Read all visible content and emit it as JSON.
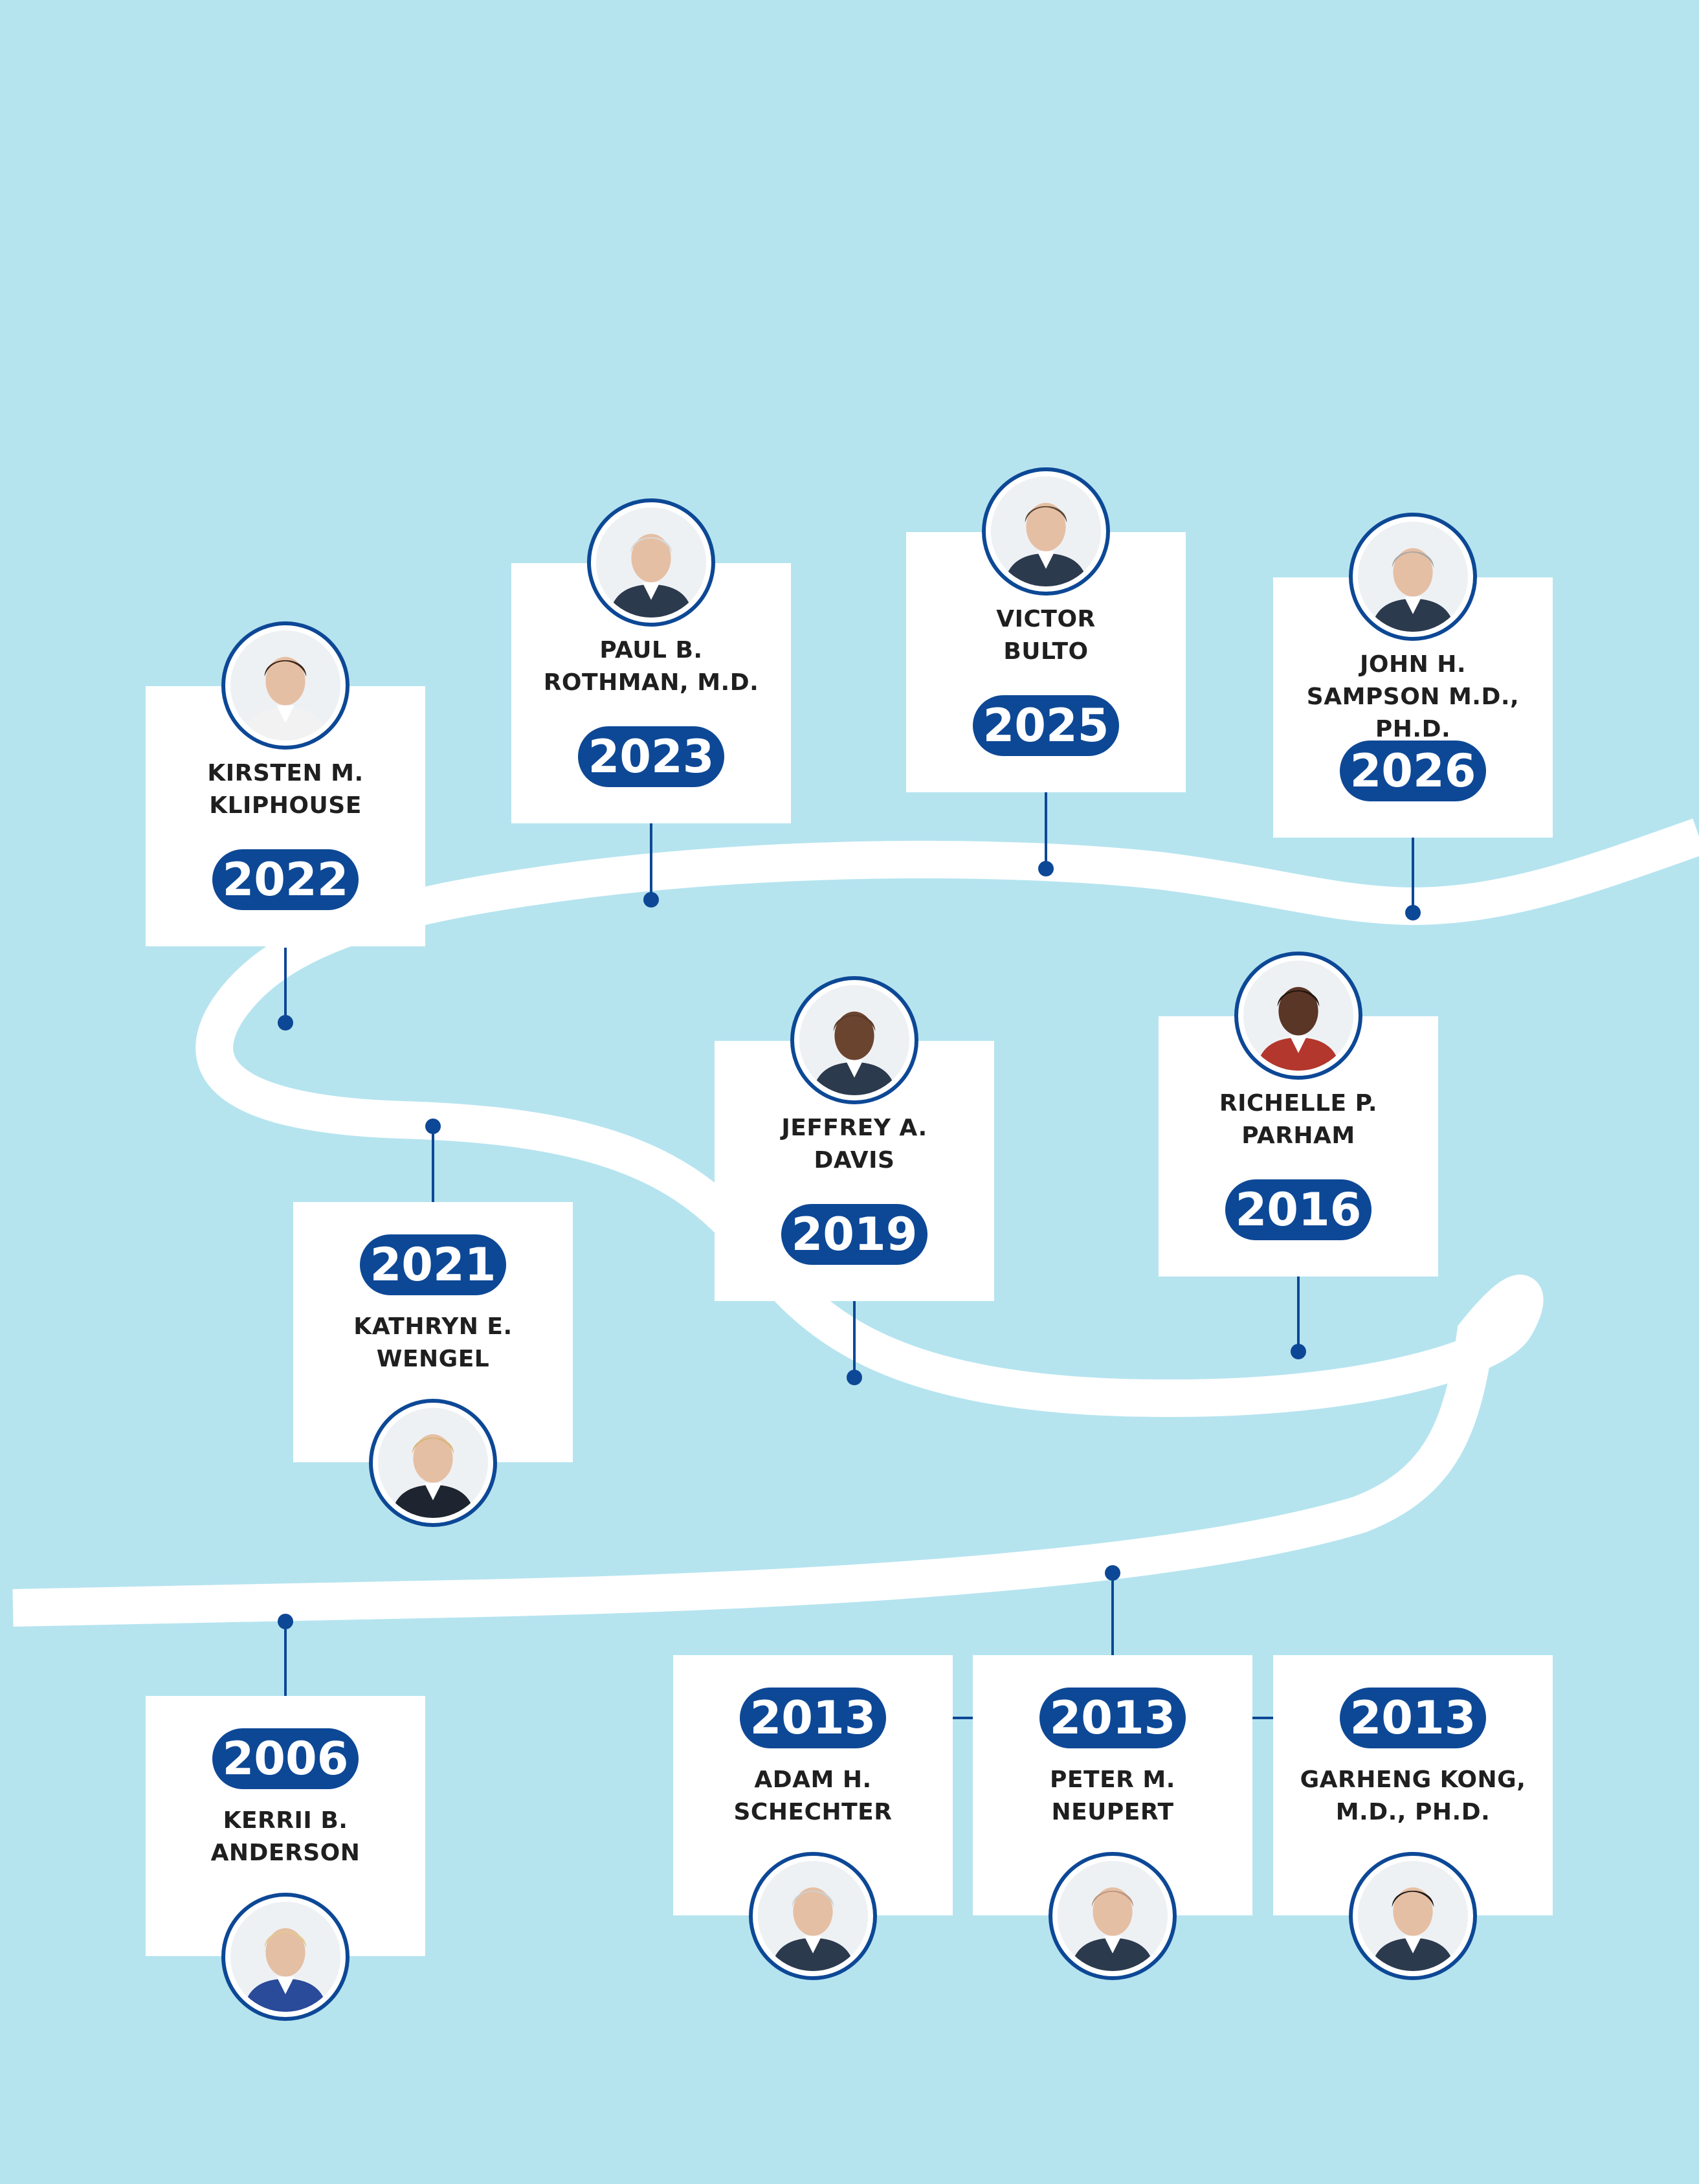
{
  "colors": {
    "background": "#b5e4ef",
    "card": "#ffffff",
    "accent": "#0d4896",
    "text": "#1f1f1f",
    "path": "#ffffff"
  },
  "entries": [
    {
      "id": "kliphouse",
      "year": "2022",
      "name_lines": [
        "KIRSTEN M.",
        "KLIPHOUSE"
      ],
      "photo": "portrait-woman-dark-hair"
    },
    {
      "id": "rothman",
      "year": "2023",
      "name_lines": [
        "PAUL B.",
        "ROTHMAN, M.D."
      ],
      "photo": "portrait-man-white-hair"
    },
    {
      "id": "bulto",
      "year": "2025",
      "name_lines": [
        "VICTOR",
        "BULTO"
      ],
      "photo": "portrait-man-glasses"
    },
    {
      "id": "sampson",
      "year": "2026",
      "name_lines": [
        "JOHN H.",
        "SAMPSON M.D., PH.D."
      ],
      "photo": "portrait-man-gray-hair-glasses"
    },
    {
      "id": "wengel",
      "year": "2021",
      "name_lines": [
        "KATHRYN E.",
        "WENGEL"
      ],
      "photo": "portrait-woman-blonde"
    },
    {
      "id": "davis",
      "year": "2019",
      "name_lines": [
        "JEFFREY A.",
        "DAVIS"
      ],
      "photo": "portrait-man-bald"
    },
    {
      "id": "parham",
      "year": "2016",
      "name_lines": [
        "RICHELLE P.",
        "PARHAM"
      ],
      "photo": "portrait-woman-dark-hair-red"
    },
    {
      "id": "anderson",
      "year": "2006",
      "name_lines": [
        "KERRII B.",
        "ANDERSON"
      ],
      "photo": "portrait-woman-blonde-short"
    },
    {
      "id": "schechter",
      "year": "2013",
      "name_lines": [
        "ADAM H.",
        "SCHECHTER"
      ],
      "photo": "portrait-man-gray-hair"
    },
    {
      "id": "neupert",
      "year": "2013",
      "name_lines": [
        "PETER M.",
        "NEUPERT"
      ],
      "photo": "portrait-man-bald-beard"
    },
    {
      "id": "kong",
      "year": "2013",
      "name_lines": [
        "GARHENG KONG,",
        "M.D., PH.D."
      ],
      "photo": "portrait-man-dark-hair"
    }
  ]
}
